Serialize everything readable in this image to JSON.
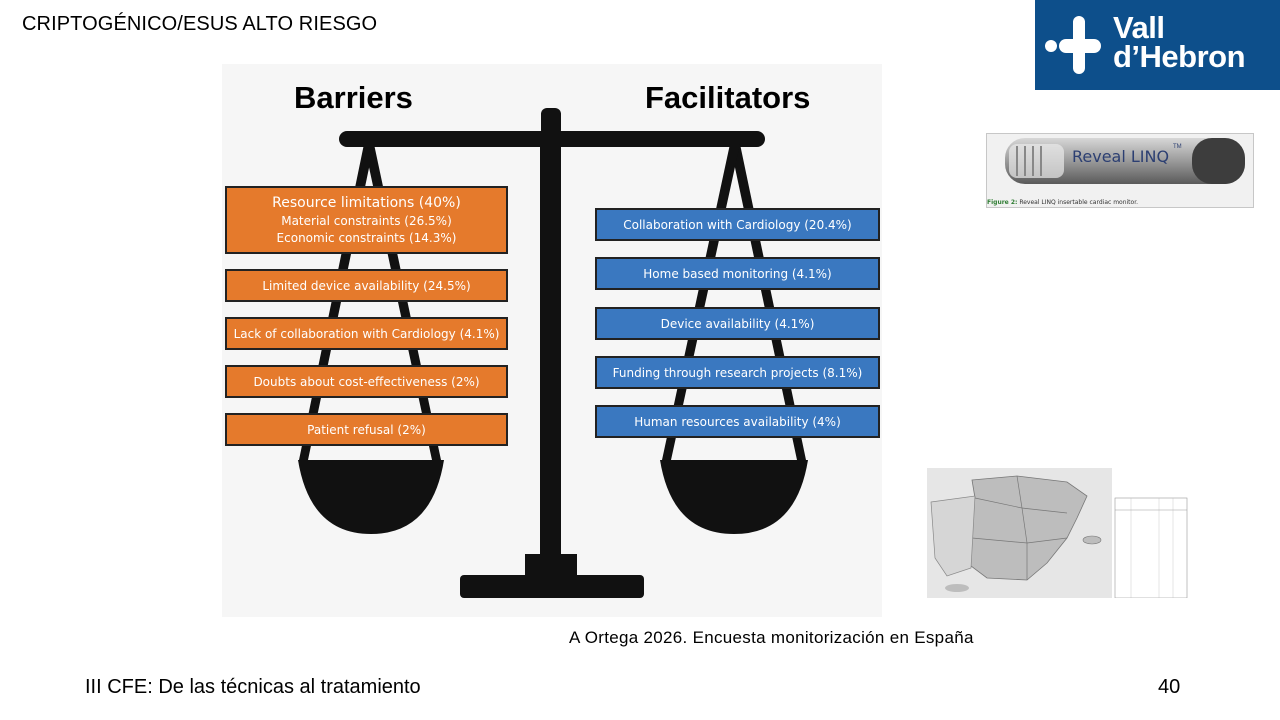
{
  "slide": {
    "title": "CRIPTOGÉNICO/ESUS ALTO RIESGO",
    "citation": "A Ortega 2026. Encuesta monitorización en España",
    "footer": "III CFE: De las técnicas al tratamiento",
    "page_number": "40"
  },
  "logo": {
    "line1": "Vall",
    "line2": "d’Hebron"
  },
  "scale": {
    "barriers_title": "Barriers",
    "facilitators_title": "Facilitators",
    "barriers": [
      {
        "label": "Resource limitations (40%)",
        "subs": [
          "Material constraints (26.5%)",
          "Economic constraints (14.3%)"
        ]
      },
      {
        "label": "Limited device availability (24.5%)"
      },
      {
        "label": "Lack of collaboration with Cardiology (4.1%)"
      },
      {
        "label": "Doubts about cost-effectiveness (2%)"
      },
      {
        "label": "Patient refusal (2%)"
      }
    ],
    "facilitators": [
      {
        "label": "Collaboration with Cardiology (20.4%)"
      },
      {
        "label": "Home based monitoring (4.1%)"
      },
      {
        "label": "Device availability (4.1%)"
      },
      {
        "label": "Funding through research projects (8.1%)"
      },
      {
        "label": "Human resources availability (4%)"
      }
    ],
    "colors": {
      "barrier": "#e57a2c",
      "facilitator": "#3a78c0"
    }
  },
  "device_image": {
    "brand": "Reveal LINQ",
    "trademark": "TM",
    "caption_label": "Figure 2:",
    "caption_text": " Reveal LINQ insertable cardiac monitor."
  }
}
